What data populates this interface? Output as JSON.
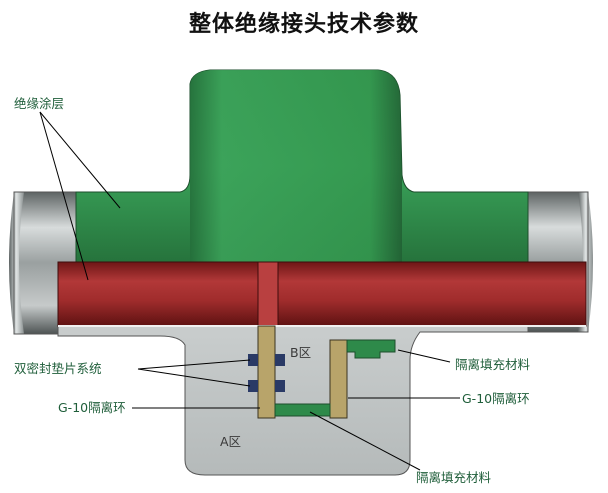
{
  "title": "整体绝缘接头技术参数",
  "labels": {
    "insulating_coating": "绝缘涂层",
    "double_seal_gasket_system": "双密封垫片系统",
    "g10_isolation_ring_left": "G-10隔离环",
    "zone_b": "B区",
    "zone_a": "A区",
    "isolation_filler_right": "隔离填充材料",
    "g10_isolation_ring_right": "G-10隔离环",
    "isolation_filler_bottom": "隔离填充材料"
  },
  "colors": {
    "green_body": "#2e8a4a",
    "red_pipe": "#9c2a2a",
    "steel": "#9aa0a0",
    "tan_ring": "#b8a46a",
    "seal_block": "#2a3a66",
    "label_text": "#1f5e3a"
  }
}
